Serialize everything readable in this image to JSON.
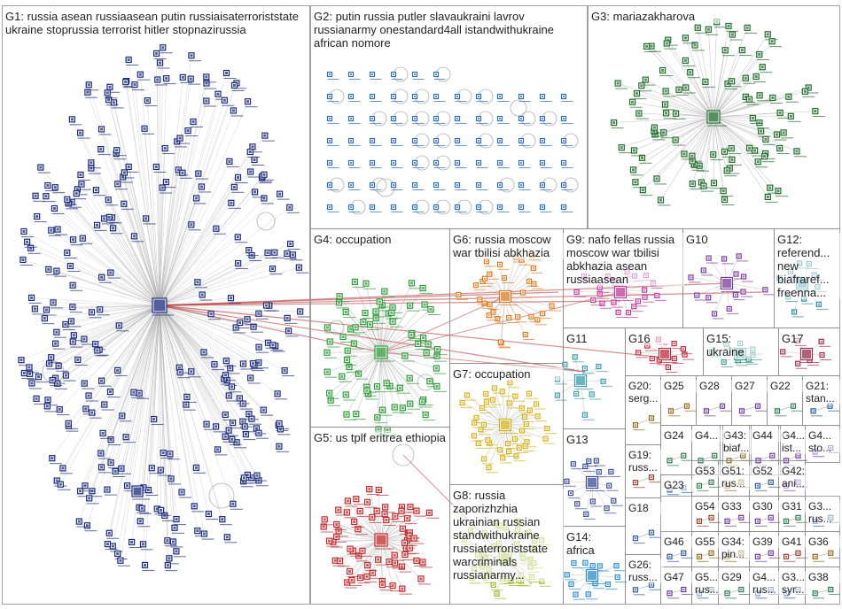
{
  "groups": [
    {
      "id": "G1",
      "label": "G1: russia asean russiaasean putin russiaisaterroriststate ukraine stoprussia terrorist hitler stopnazirussia"
    },
    {
      "id": "G2",
      "label": "G2: putin russia putler slavaukraini lavrov russianarmy onestandard4all istandwithukraine african nomore"
    },
    {
      "id": "G3",
      "label": "G3: mariazakharova"
    },
    {
      "id": "G4",
      "label": "G4: occupation"
    },
    {
      "id": "G5",
      "label": "G5: us tplf eritrea ethiopia"
    },
    {
      "id": "G6",
      "label": "G6: russia moscow war tbilisi abkhazia"
    },
    {
      "id": "G7",
      "label": "G7: occupation"
    },
    {
      "id": "G8",
      "label": "G8: russia zaporizhzhia ukrainian russian standwithukraine russiaterroriststate warcriminals russianarmy..."
    },
    {
      "id": "G9",
      "label": "G9: nafo fellas russia moscow war tbilisi abkhazia asean russiaasean"
    },
    {
      "id": "G10",
      "label": "G10"
    },
    {
      "id": "G11",
      "label": "G11"
    },
    {
      "id": "G12",
      "label": "G12: referend... new biafraref... freenna..."
    },
    {
      "id": "G13",
      "label": "G13"
    },
    {
      "id": "G14",
      "label": "G14: africa"
    },
    {
      "id": "G15",
      "label": "G15: ukraine"
    },
    {
      "id": "G16",
      "label": "G16"
    },
    {
      "id": "G17",
      "label": "G17"
    },
    {
      "id": "G18",
      "label": "G18"
    },
    {
      "id": "G19",
      "label": "G19: russ..."
    },
    {
      "id": "G20",
      "label": "G20: serg..."
    },
    {
      "id": "G21",
      "label": "G21: stan..."
    },
    {
      "id": "G22",
      "label": "G22"
    },
    {
      "id": "G23",
      "label": "G23"
    },
    {
      "id": "G24",
      "label": "G24"
    },
    {
      "id": "G25",
      "label": "G25"
    },
    {
      "id": "G26",
      "label": "G26: russ..."
    },
    {
      "id": "G27",
      "label": "G27"
    },
    {
      "id": "G28",
      "label": "G28"
    },
    {
      "id": "G29",
      "label": "G29"
    },
    {
      "id": "G30",
      "label": "G30"
    },
    {
      "id": "G31",
      "label": "G31"
    },
    {
      "id": "G32",
      "label": "G3... rus..."
    },
    {
      "id": "G33",
      "label": "G33"
    },
    {
      "id": "G34",
      "label": "G34: pin..."
    },
    {
      "id": "G35",
      "label": "G3... syr..."
    },
    {
      "id": "G36",
      "label": "G36"
    },
    {
      "id": "G37",
      "label": "G4... sto..."
    },
    {
      "id": "G38",
      "label": "G38"
    },
    {
      "id": "G39",
      "label": "G39"
    },
    {
      "id": "G40",
      "label": "G4... ist..."
    },
    {
      "id": "G41",
      "label": "G41"
    },
    {
      "id": "G42",
      "label": "G42: ani..."
    },
    {
      "id": "G43",
      "label": "G43: biaf..."
    },
    {
      "id": "G44",
      "label": "G44"
    },
    {
      "id": "G45",
      "label": "G4... rus..."
    },
    {
      "id": "G46",
      "label": "G46"
    },
    {
      "id": "G47",
      "label": "G47"
    },
    {
      "id": "G48",
      "label": "G4..."
    },
    {
      "id": "G51",
      "label": "G51: rus..."
    },
    {
      "id": "G52",
      "label": "G52"
    },
    {
      "id": "G53",
      "label": "G53"
    },
    {
      "id": "G54",
      "label": "G54"
    },
    {
      "id": "G55",
      "label": "G55"
    },
    {
      "id": "G56",
      "label": "G5... rus..."
    }
  ],
  "colors": {
    "G1": "#1a2a7a",
    "G2": "#2a6fbf",
    "G3": "#1f6b2a",
    "G4": "#2f9a3a",
    "G5": "#c0282a",
    "G6": "#e07a20",
    "G7": "#d4b21a",
    "G8": "#9ab825",
    "G9": "#c03a9a",
    "G10": "#7a3aa0",
    "G11": "#3a9aa8",
    "G12": "#2a8aa0",
    "G13": "#3a4a9a",
    "G14": "#2a8ad0",
    "G15": "#3a9a8a",
    "G16": "#c02a3a",
    "G17": "#a02a4a",
    "edge": "#a0a0a0",
    "edge_strong": "#b23030",
    "frame": "#8a8a8a"
  }
}
